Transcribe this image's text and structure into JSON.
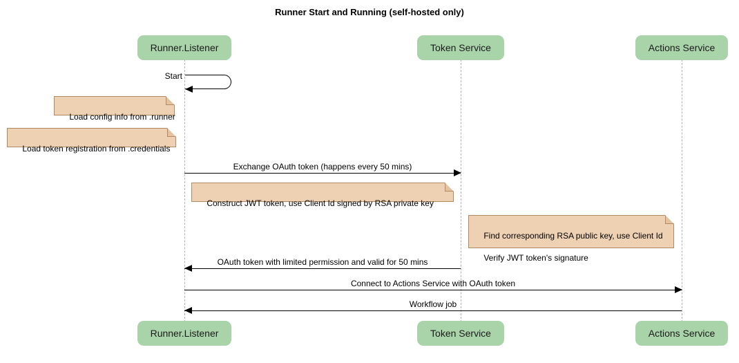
{
  "diagram": {
    "type": "sequence",
    "title": "Runner Start and Running (self-hosted only)",
    "colors": {
      "participant_fill": "#a9d4a9",
      "note_fill": "#eed0b3",
      "note_border": "#b08a62",
      "lifeline": "#b0b0b0",
      "arrow": "#000000",
      "background": "#ffffff"
    }
  },
  "participants": [
    {
      "id": "runner",
      "label": "Runner.Listener"
    },
    {
      "id": "token",
      "label": "Token Service"
    },
    {
      "id": "actions",
      "label": "Actions Service"
    }
  ],
  "participants_bottom": [
    {
      "id": "runner",
      "label": "Runner.Listener"
    },
    {
      "id": "token",
      "label": "Token Service"
    },
    {
      "id": "actions",
      "label": "Actions Service"
    }
  ],
  "messages": [
    {
      "id": "m1",
      "label": "Start",
      "from": "runner",
      "to": "runner",
      "kind": "self"
    },
    {
      "id": "m2",
      "label": "Exchange OAuth token (happens every 50 mins)",
      "from": "runner",
      "to": "token",
      "kind": "sync",
      "direction": "right"
    },
    {
      "id": "m3",
      "label": "OAuth token with limited permission and valid for 50 mins",
      "from": "token",
      "to": "runner",
      "kind": "sync",
      "direction": "left"
    },
    {
      "id": "m4",
      "label": "Connect to Actions Service with OAuth token",
      "from": "runner",
      "to": "actions",
      "kind": "sync",
      "direction": "right"
    },
    {
      "id": "m5",
      "label": "Workflow job",
      "from": "actions",
      "to": "runner",
      "kind": "sync",
      "direction": "left"
    }
  ],
  "notes": [
    {
      "id": "n1",
      "text": "Load config info from .runner",
      "attached_to": "runner"
    },
    {
      "id": "n2",
      "text": "Load token registration from .credentials",
      "attached_to": "runner"
    },
    {
      "id": "n3",
      "text": "Construct JWT token, use Client Id signed by RSA private key",
      "attached_to": "runner"
    },
    {
      "id": "n4",
      "line1": "Find corresponding RSA public key, use Client Id",
      "line2": "Verify JWT token's signature",
      "attached_to": "token"
    }
  ]
}
